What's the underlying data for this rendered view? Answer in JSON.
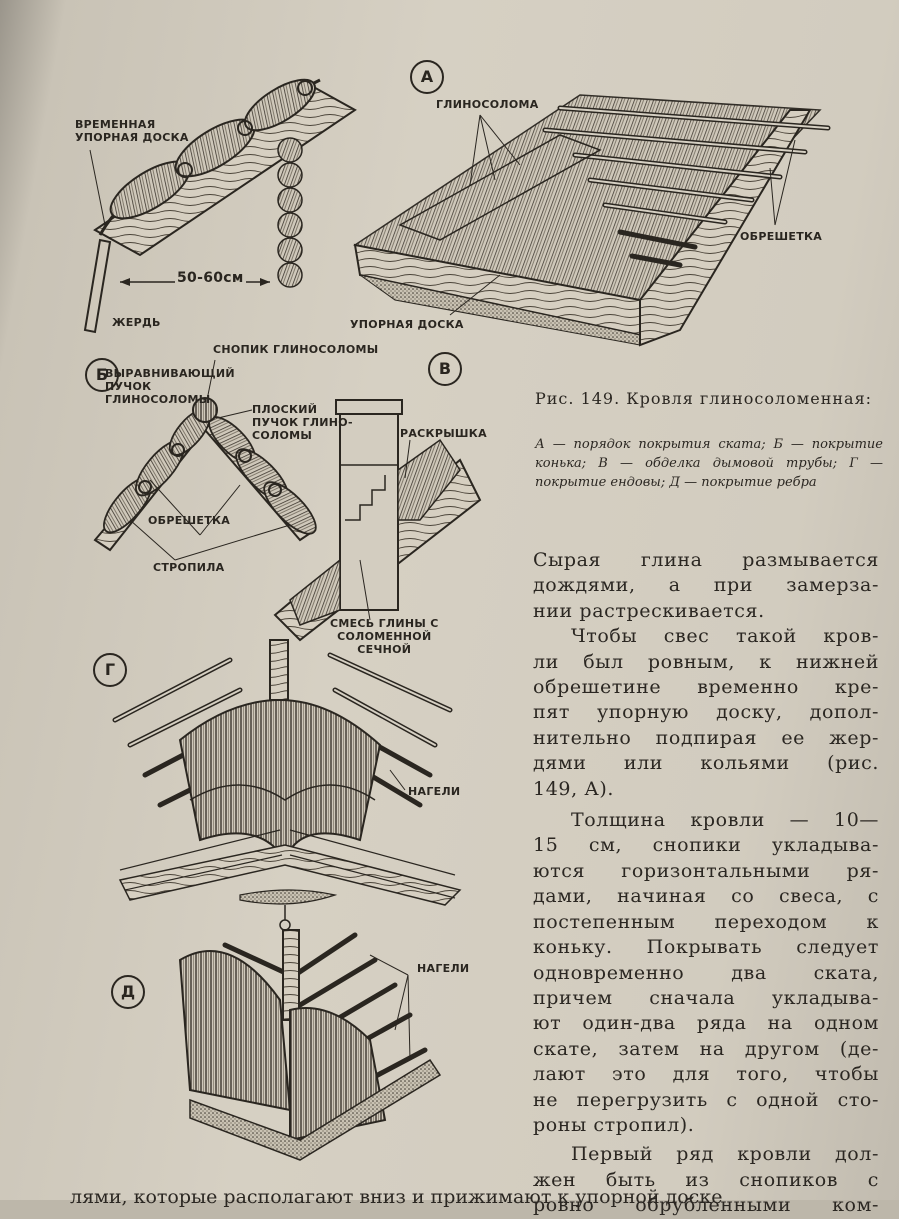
{
  "figure": {
    "panels": {
      "a": "А",
      "b": "Б",
      "v": "В",
      "g": "Г",
      "d": "Д"
    },
    "labels": {
      "temp_board": "ВРЕМЕННАЯ\nУПОРНАЯ ДОСКА",
      "distance": "50-60см",
      "pole": "ЖЕРДЬ",
      "glinosoloma": "ГЛИНОСОЛОМА",
      "lathing_a": "ОБРЕШЕТКА",
      "support_board": "УПОРНАЯ ДОСКА",
      "ridge_sheaf": "СНОПИК ГЛИНОСОЛОМЫ",
      "leveling": "ВЫРАВНИВАЮЩИЙ\nПУЧОК\nГЛИНОСОЛОМЫ",
      "flat_bundle": "ПЛОСКИЙ\nПУЧОК ГЛИНО-\nСОЛОМЫ",
      "lathing_b": "ОБРЕШЕТКА",
      "rafters": "СТРОПИЛА",
      "raskryshka": "РАСКРЫШКА",
      "mix": "СМЕСЬ ГЛИНЫ С\nСОЛОМЕННОЙ\nСЕЧНОЙ",
      "nageli_g": "НАГЕЛИ",
      "nageli_d": "НАГЕЛИ"
    }
  },
  "caption": {
    "title": "Рис. 149. Кровля глиносоломенная:",
    "legend": "А — порядок покрытия ската; Б — покрытие конька; В — обделка дымовой трубы; Г — покрытие ендовы; Д — покрытие ребра"
  },
  "body": {
    "p1": [
      "Сырая глина размывается",
      "дождями, а при замерза-",
      "нии растрескивается."
    ],
    "p2": [
      "Чтобы свес такой кров-",
      "ли был ровным, к нижней",
      "обрешетине временно кре-",
      "пят упорную доску, допол-",
      "нительно подпирая ее жер-",
      "дями или кольями (рис.",
      "149, А)."
    ],
    "p3": [
      "Толщина кровли — 10—",
      "15 см, снопики укладыва-",
      "ются горизонтальными ря-",
      "дами, начиная со свеса, с",
      "постепенным переходом к",
      "коньку. Покрывать следует",
      "одновременно два ската,",
      "причем сначала укладыва-",
      "ют один-два ряда на одном",
      "скате, затем на другом (де-",
      "лают это для того, чтобы",
      "не перегрузить с одной сто-",
      "роны стропил)."
    ],
    "p4": [
      "Первый ряд кровли дол-",
      "жен быть из снопиков с",
      "ровно обрубленными ком-"
    ],
    "cut_line": "лями, которые располагают вниз и прижимают к упорной доске"
  }
}
